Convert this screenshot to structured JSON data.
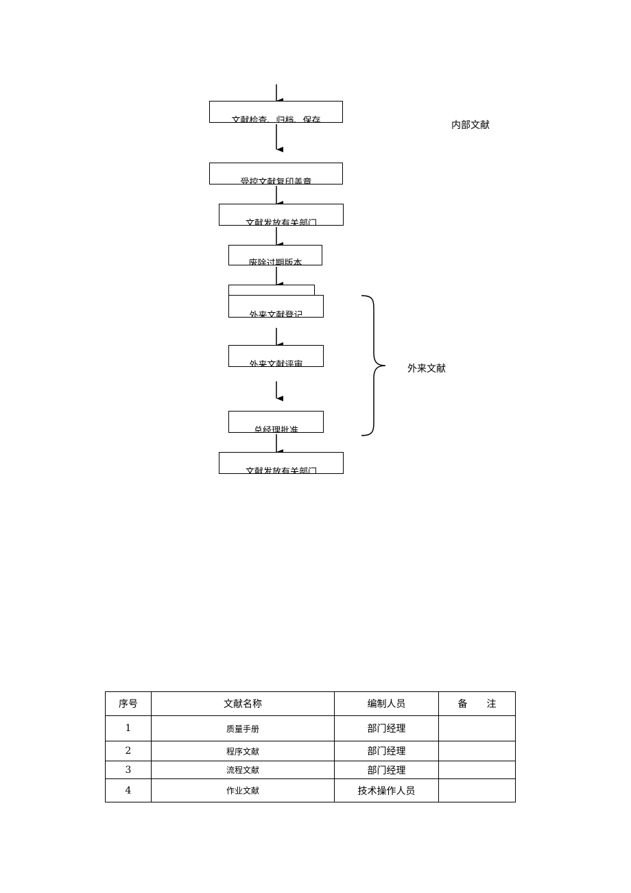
{
  "flowchart": {
    "steps": [
      "文献检查、归档、保存",
      "受控文献复印盖章",
      "文献发放有关部门",
      "废除过期版本",
      "外来文献登记",
      "外来文献评审",
      "总经理批准",
      "文献发放有关部门"
    ],
    "internal_label": "内部文献",
    "external_label": "外来文献"
  },
  "table": {
    "headers": [
      "序号",
      "文献名称",
      "编制人员",
      "备　　注"
    ],
    "rows": [
      {
        "num": "1",
        "name": "质量手册",
        "staff": "部门经理",
        "note": ""
      },
      {
        "num": "2",
        "name": "程序文献",
        "staff": "部门经理",
        "note": ""
      },
      {
        "num": "3",
        "name": "流程文献",
        "staff": "部门经理",
        "note": ""
      },
      {
        "num": "4",
        "name": "作业文献",
        "staff": "技术操作人员",
        "note": ""
      }
    ]
  }
}
